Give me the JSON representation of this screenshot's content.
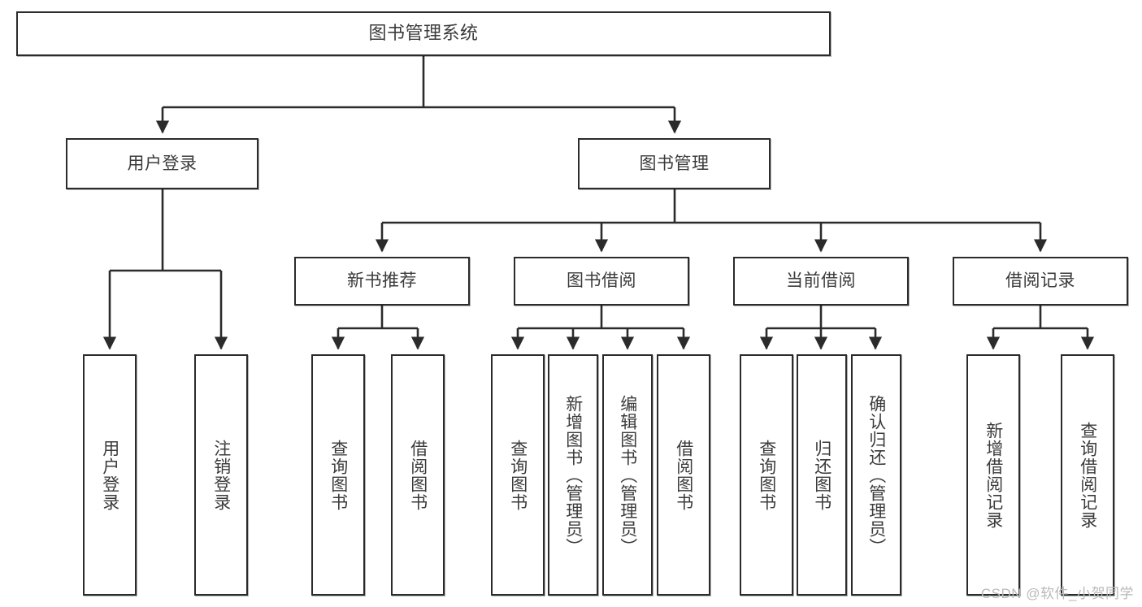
{
  "diagram": {
    "title": "图书管理系统",
    "type": "tree",
    "orientation": "top-down",
    "colors": {
      "node_border": "#2b2b2b",
      "node_fill": "#ffffff",
      "edge": "#2b2b2b",
      "text": "#3b3b3b",
      "watermark": "#b9b9b9",
      "background": "#ffffff"
    },
    "watermark": "CSDN @软件_小贺同学"
  },
  "nodes": {
    "root": {
      "label": "图书管理系统"
    },
    "level2": [
      {
        "id": "user-login",
        "label": "用户登录"
      },
      {
        "id": "book-management",
        "label": "图书管理"
      }
    ],
    "level3": [
      {
        "id": "new-book-recommend",
        "label": "新书推荐"
      },
      {
        "id": "book-borrow",
        "label": "图书借阅"
      },
      {
        "id": "current-borrow",
        "label": "当前借阅"
      },
      {
        "id": "borrow-record",
        "label": "借阅记录"
      }
    ],
    "leaves": [
      {
        "id": "leaf-user-login",
        "label": "用户登录",
        "parent": "user-login"
      },
      {
        "id": "leaf-logout-login",
        "label": "注销登录",
        "parent": "user-login"
      },
      {
        "id": "leaf-query-book-1",
        "label": "查询图书",
        "parent": "new-book-recommend"
      },
      {
        "id": "leaf-borrow-book-1",
        "label": "借阅图书",
        "parent": "new-book-recommend"
      },
      {
        "id": "leaf-query-book-2",
        "label": "查询图书",
        "parent": "book-borrow"
      },
      {
        "id": "leaf-add-book",
        "label": "新增图书（管理员）",
        "parent": "book-borrow"
      },
      {
        "id": "leaf-edit-book",
        "label": "编辑图书（管理员）",
        "parent": "book-borrow"
      },
      {
        "id": "leaf-borrow-book-2",
        "label": "借阅图书",
        "parent": "book-borrow"
      },
      {
        "id": "leaf-query-book-3",
        "label": "查询图书",
        "parent": "current-borrow"
      },
      {
        "id": "leaf-return-book",
        "label": "归还图书",
        "parent": "current-borrow"
      },
      {
        "id": "leaf-confirm-return",
        "label": "确认归还（管理员）",
        "parent": "current-borrow"
      },
      {
        "id": "leaf-add-record",
        "label": "新增借阅记录",
        "parent": "borrow-record"
      },
      {
        "id": "leaf-query-record",
        "label": "查询借阅记录",
        "parent": "borrow-record"
      }
    ]
  }
}
